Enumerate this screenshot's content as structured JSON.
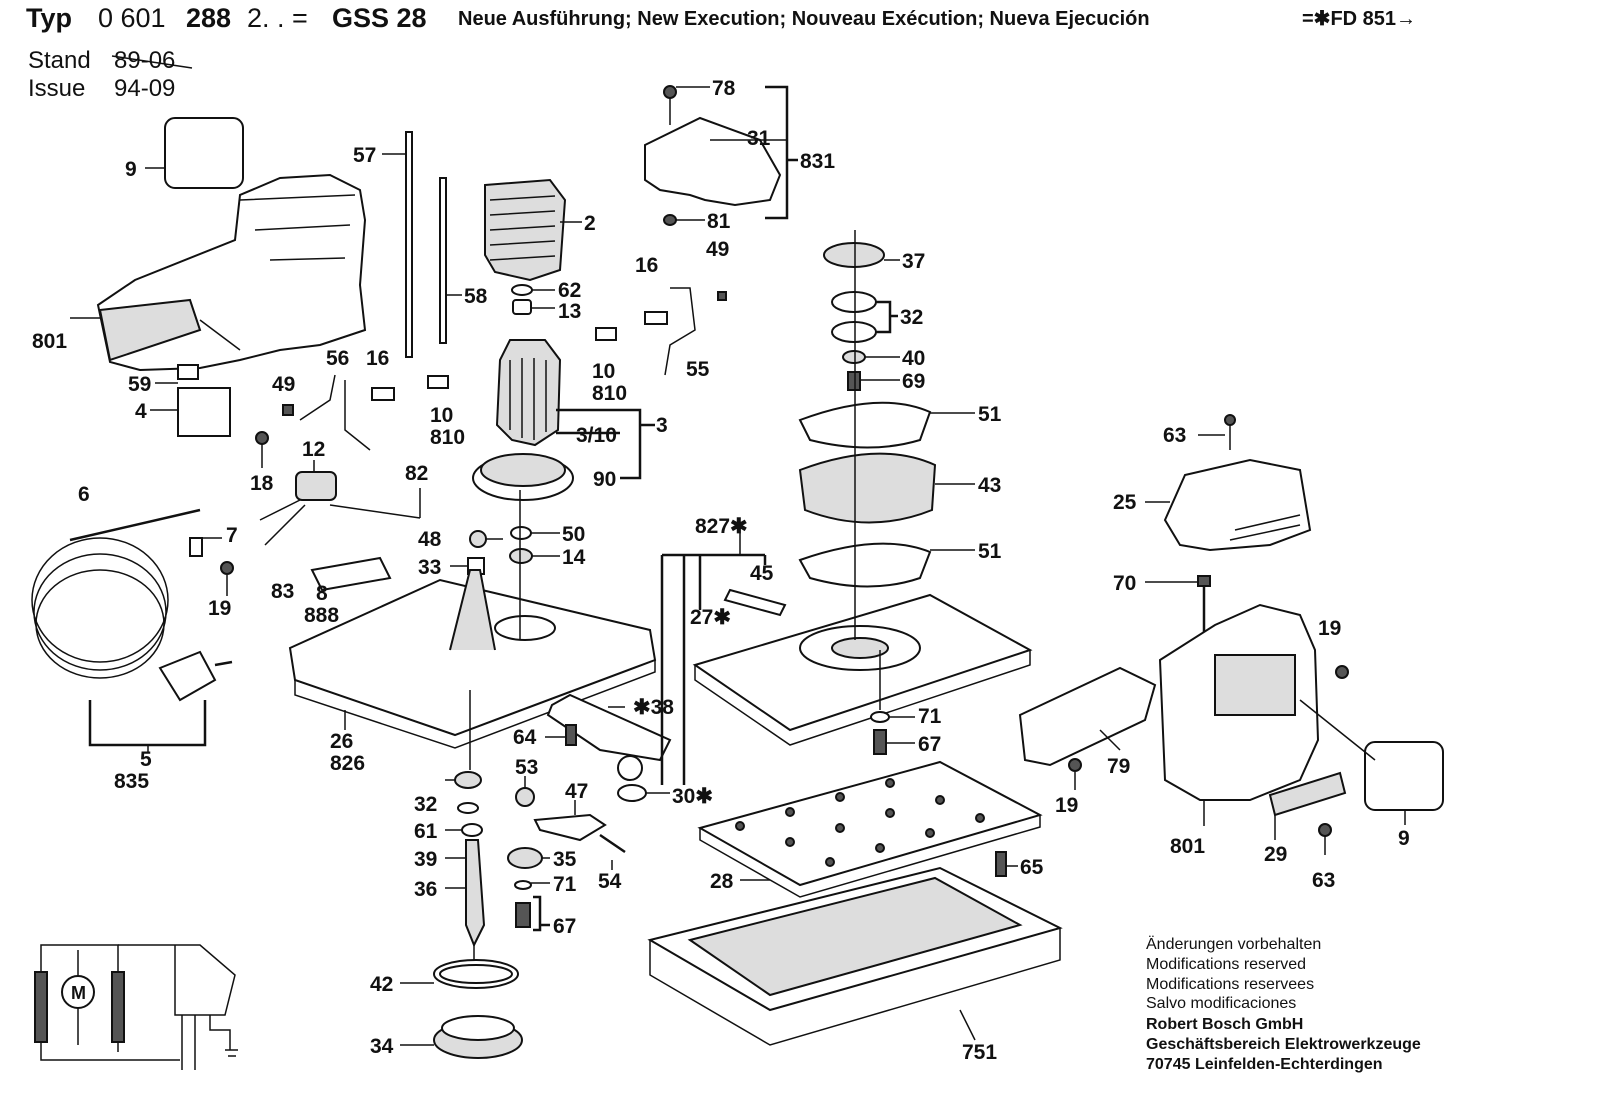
{
  "header": {
    "typ_label": "Typ",
    "typ_number": "0 601",
    "typ_number_bold": "288",
    "typ_suffix": "2. . =",
    "model": "GSS 28",
    "execution_text": "Neue Ausführung; New Execution; Nouveau Exécution; Nueva Ejecución",
    "ref_text": "=✱FD 851→",
    "stand_label": "Stand",
    "stand_value": "89-06",
    "issue_label": "Issue",
    "issue_value": "94-09"
  },
  "parts": [
    {
      "id": "p9a",
      "label": "9"
    },
    {
      "id": "p801a",
      "label": "801"
    },
    {
      "id": "p57",
      "label": "57"
    },
    {
      "id": "p58",
      "label": "58"
    },
    {
      "id": "p2",
      "label": "2"
    },
    {
      "id": "p62",
      "label": "62"
    },
    {
      "id": "p13",
      "label": "13"
    },
    {
      "id": "p78",
      "label": "78"
    },
    {
      "id": "p31",
      "label": "31"
    },
    {
      "id": "p831",
      "label": "831"
    },
    {
      "id": "p81",
      "label": "81"
    },
    {
      "id": "p16a",
      "label": "16"
    },
    {
      "id": "p49a",
      "label": "49"
    },
    {
      "id": "p55",
      "label": "55"
    },
    {
      "id": "p10a",
      "label": "10"
    },
    {
      "id": "p810a",
      "label": "810"
    },
    {
      "id": "p37",
      "label": "37"
    },
    {
      "id": "p32a",
      "label": "32"
    },
    {
      "id": "p40",
      "label": "40"
    },
    {
      "id": "p69",
      "label": "69"
    },
    {
      "id": "p51a",
      "label": "51"
    },
    {
      "id": "p43",
      "label": "43"
    },
    {
      "id": "p51b",
      "label": "51"
    },
    {
      "id": "p59",
      "label": "59"
    },
    {
      "id": "p4",
      "label": "4"
    },
    {
      "id": "p18",
      "label": "18"
    },
    {
      "id": "p56",
      "label": "56"
    },
    {
      "id": "p16b",
      "label": "16"
    },
    {
      "id": "p49b",
      "label": "49"
    },
    {
      "id": "p10b",
      "label": "10"
    },
    {
      "id": "p810b",
      "label": "810"
    },
    {
      "id": "p3",
      "label": "3"
    },
    {
      "id": "p310",
      "label": "3/10"
    },
    {
      "id": "p90",
      "label": "90"
    },
    {
      "id": "p12",
      "label": "12"
    },
    {
      "id": "p82",
      "label": "82"
    },
    {
      "id": "p6",
      "label": "6"
    },
    {
      "id": "p7",
      "label": "7"
    },
    {
      "id": "p19a",
      "label": "19"
    },
    {
      "id": "p48",
      "label": "48"
    },
    {
      "id": "p50",
      "label": "50"
    },
    {
      "id": "p14",
      "label": "14"
    },
    {
      "id": "p33",
      "label": "33"
    },
    {
      "id": "p83",
      "label": "83"
    },
    {
      "id": "p8",
      "label": "8"
    },
    {
      "id": "p888",
      "label": "888"
    },
    {
      "id": "p827",
      "label": "827✱"
    },
    {
      "id": "p45",
      "label": "45"
    },
    {
      "id": "p27",
      "label": "27✱"
    },
    {
      "id": "p63a",
      "label": "63"
    },
    {
      "id": "p25",
      "label": "25"
    },
    {
      "id": "p70",
      "label": "70"
    },
    {
      "id": "p19b",
      "label": "19"
    },
    {
      "id": "p26",
      "label": "26"
    },
    {
      "id": "p826",
      "label": "826"
    },
    {
      "id": "p38",
      "label": "✱38"
    },
    {
      "id": "p64",
      "label": "64"
    },
    {
      "id": "p71a",
      "label": "71"
    },
    {
      "id": "p67a",
      "label": "67"
    },
    {
      "id": "p79",
      "label": "79"
    },
    {
      "id": "p19c",
      "label": "19"
    },
    {
      "id": "p5",
      "label": "5"
    },
    {
      "id": "p835",
      "label": "835"
    },
    {
      "id": "p53",
      "label": "53"
    },
    {
      "id": "p47",
      "label": "47"
    },
    {
      "id": "p30",
      "label": "30✱"
    },
    {
      "id": "p32b",
      "label": "32"
    },
    {
      "id": "p61",
      "label": "61"
    },
    {
      "id": "p39",
      "label": "39"
    },
    {
      "id": "p35",
      "label": "35"
    },
    {
      "id": "p71b",
      "label": "71"
    },
    {
      "id": "p54",
      "label": "54"
    },
    {
      "id": "p36",
      "label": "36"
    },
    {
      "id": "p67b",
      "label": "67"
    },
    {
      "id": "p28",
      "label": "28"
    },
    {
      "id": "p65",
      "label": "65"
    },
    {
      "id": "p801b",
      "label": "801"
    },
    {
      "id": "p29",
      "label": "29"
    },
    {
      "id": "p63b",
      "label": "63"
    },
    {
      "id": "p9b",
      "label": "9"
    },
    {
      "id": "p42",
      "label": "42"
    },
    {
      "id": "p34",
      "label": "34"
    },
    {
      "id": "p751",
      "label": "751"
    }
  ],
  "motor_symbol": "M",
  "notes": {
    "line1": "Änderungen vorbehalten",
    "line2": "Modifications reserved",
    "line3": "Modifications reservees",
    "line4": "Salvo modificaciones",
    "company1": "Robert Bosch GmbH",
    "company2": "Geschäftsbereich Elektrowerkzeuge",
    "company3": "70745 Leinfelden-Echterdingen"
  }
}
